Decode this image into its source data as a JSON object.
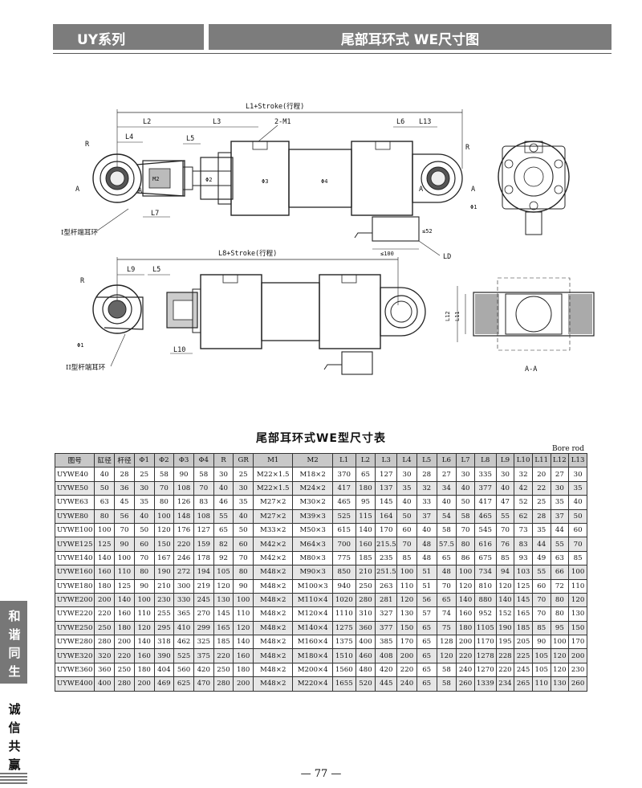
{
  "header": {
    "series": "UY系列",
    "title": "尾部耳环式 WE尺寸图"
  },
  "drawing": {
    "top_labels": {
      "overall": "L1+Stroke(行程)",
      "l2": "L2",
      "l3": "L3",
      "m1": "2-M1",
      "l6": "L6",
      "l13": "L13",
      "l4": "L4",
      "l5": "L5",
      "r_left": "R",
      "r_right": "R",
      "a1": "A",
      "a2": "A",
      "a3": "A",
      "a4": "A",
      "m2": "M2",
      "phi2": "Φ2",
      "phi3": "Φ3",
      "phi4": "Φ4",
      "phi1": "Φ1",
      "l7": "L7",
      "type1": "I型杆端耳环",
      "le52": "≤52",
      "le100": "≤100",
      "ld": "LD"
    },
    "bottom_labels": {
      "overall": "L8+Stroke(行程)",
      "l9": "L9",
      "l5": "L5",
      "r": "R",
      "phi1": "Φ1",
      "l10": "L10",
      "type2": "II型杆端耳环",
      "l12": "L12",
      "l11": "L11",
      "section": "A-A"
    }
  },
  "table": {
    "title": "尾部耳环式WE型尺寸表",
    "unit_note": "Bore rod",
    "headers": [
      "图号",
      "缸径",
      "杆径",
      "Φ1",
      "Φ2",
      "Φ3",
      "Φ4",
      "R",
      "GR",
      "M1",
      "M2",
      "L1",
      "L2",
      "L3",
      "L4",
      "L5",
      "L6",
      "L7",
      "L8",
      "L9",
      "L10",
      "L11",
      "L12",
      "L13"
    ],
    "rows": [
      [
        "UYWE40",
        "40",
        "28",
        "25",
        "58",
        "90",
        "58",
        "30",
        "25",
        "M22×1.5",
        "M18×2",
        "370",
        "65",
        "127",
        "30",
        "28",
        "27",
        "30",
        "335",
        "30",
        "32",
        "20",
        "27",
        "30"
      ],
      [
        "UYWE50",
        "50",
        "36",
        "30",
        "70",
        "108",
        "70",
        "40",
        "30",
        "M22×1.5",
        "M24×2",
        "417",
        "180",
        "137",
        "35",
        "32",
        "34",
        "40",
        "377",
        "40",
        "42",
        "22",
        "30",
        "35"
      ],
      [
        "UYWE63",
        "63",
        "45",
        "35",
        "80",
        "126",
        "83",
        "46",
        "35",
        "M27×2",
        "M30×2",
        "465",
        "95",
        "145",
        "40",
        "33",
        "40",
        "50",
        "417",
        "47",
        "52",
        "25",
        "35",
        "40"
      ],
      [
        "UYWE80",
        "80",
        "56",
        "40",
        "100",
        "148",
        "108",
        "55",
        "40",
        "M27×2",
        "M39×3",
        "525",
        "115",
        "164",
        "50",
        "37",
        "54",
        "58",
        "465",
        "55",
        "62",
        "28",
        "37",
        "50"
      ],
      [
        "UYWE100",
        "100",
        "70",
        "50",
        "120",
        "176",
        "127",
        "65",
        "50",
        "M33×2",
        "M50×3",
        "615",
        "140",
        "170",
        "60",
        "40",
        "58",
        "70",
        "545",
        "70",
        "73",
        "35",
        "44",
        "60"
      ],
      [
        "UYWE125",
        "125",
        "90",
        "60",
        "150",
        "220",
        "159",
        "82",
        "60",
        "M42×2",
        "M64×3",
        "700",
        "160",
        "215.5",
        "70",
        "48",
        "57.5",
        "80",
        "616",
        "76",
        "83",
        "44",
        "55",
        "70"
      ],
      [
        "UYWE140",
        "140",
        "100",
        "70",
        "167",
        "246",
        "178",
        "92",
        "70",
        "M42×2",
        "M80×3",
        "775",
        "185",
        "235",
        "85",
        "48",
        "65",
        "86",
        "675",
        "85",
        "93",
        "49",
        "63",
        "85"
      ],
      [
        "UYWE160",
        "160",
        "110",
        "80",
        "190",
        "272",
        "194",
        "105",
        "80",
        "M48×2",
        "M90×3",
        "850",
        "210",
        "251.5",
        "100",
        "51",
        "48",
        "100",
        "734",
        "94",
        "103",
        "55",
        "66",
        "100"
      ],
      [
        "UYWE180",
        "180",
        "125",
        "90",
        "210",
        "300",
        "219",
        "120",
        "90",
        "M48×2",
        "M100×3",
        "940",
        "250",
        "263",
        "110",
        "51",
        "70",
        "120",
        "810",
        "120",
        "125",
        "60",
        "72",
        "110"
      ],
      [
        "UYWE200",
        "200",
        "140",
        "100",
        "230",
        "330",
        "245",
        "130",
        "100",
        "M48×2",
        "M110×4",
        "1020",
        "280",
        "281",
        "120",
        "56",
        "65",
        "140",
        "880",
        "140",
        "145",
        "70",
        "80",
        "120"
      ],
      [
        "UYWE220",
        "220",
        "160",
        "110",
        "255",
        "365",
        "270",
        "145",
        "110",
        "M48×2",
        "M120×4",
        "1110",
        "310",
        "327",
        "130",
        "57",
        "74",
        "160",
        "952",
        "152",
        "165",
        "70",
        "80",
        "130"
      ],
      [
        "UYWE250",
        "250",
        "180",
        "120",
        "295",
        "410",
        "299",
        "165",
        "120",
        "M48×2",
        "M140×4",
        "1275",
        "360",
        "377",
        "150",
        "65",
        "75",
        "180",
        "1105",
        "190",
        "185",
        "85",
        "95",
        "150"
      ],
      [
        "UYWE280",
        "280",
        "200",
        "140",
        "318",
        "462",
        "325",
        "185",
        "140",
        "M48×2",
        "M160×4",
        "1375",
        "400",
        "385",
        "170",
        "65",
        "128",
        "200",
        "1170",
        "195",
        "205",
        "90",
        "100",
        "170"
      ],
      [
        "UYWE320",
        "320",
        "220",
        "160",
        "390",
        "525",
        "375",
        "220",
        "160",
        "M48×2",
        "M180×4",
        "1510",
        "460",
        "408",
        "200",
        "65",
        "120",
        "220",
        "1278",
        "228",
        "225",
        "105",
        "120",
        "200"
      ],
      [
        "UYWE360",
        "360",
        "250",
        "180",
        "404",
        "560",
        "420",
        "250",
        "180",
        "M48×2",
        "M200×4",
        "1560",
        "480",
        "420",
        "220",
        "65",
        "58",
        "240",
        "1270",
        "220",
        "245",
        "105",
        "120",
        "230"
      ],
      [
        "UYWE400",
        "400",
        "280",
        "200",
        "469",
        "625",
        "470",
        "280",
        "200",
        "M48×2",
        "M220×4",
        "1655",
        "520",
        "445",
        "240",
        "65",
        "58",
        "260",
        "1339",
        "234",
        "265",
        "110",
        "130",
        "260"
      ]
    ]
  },
  "side": {
    "upper": [
      "和",
      "谐",
      "同",
      "生"
    ],
    "lower": [
      "诚",
      "信",
      "共",
      "赢"
    ]
  },
  "footer": {
    "page": "— 77 —"
  }
}
